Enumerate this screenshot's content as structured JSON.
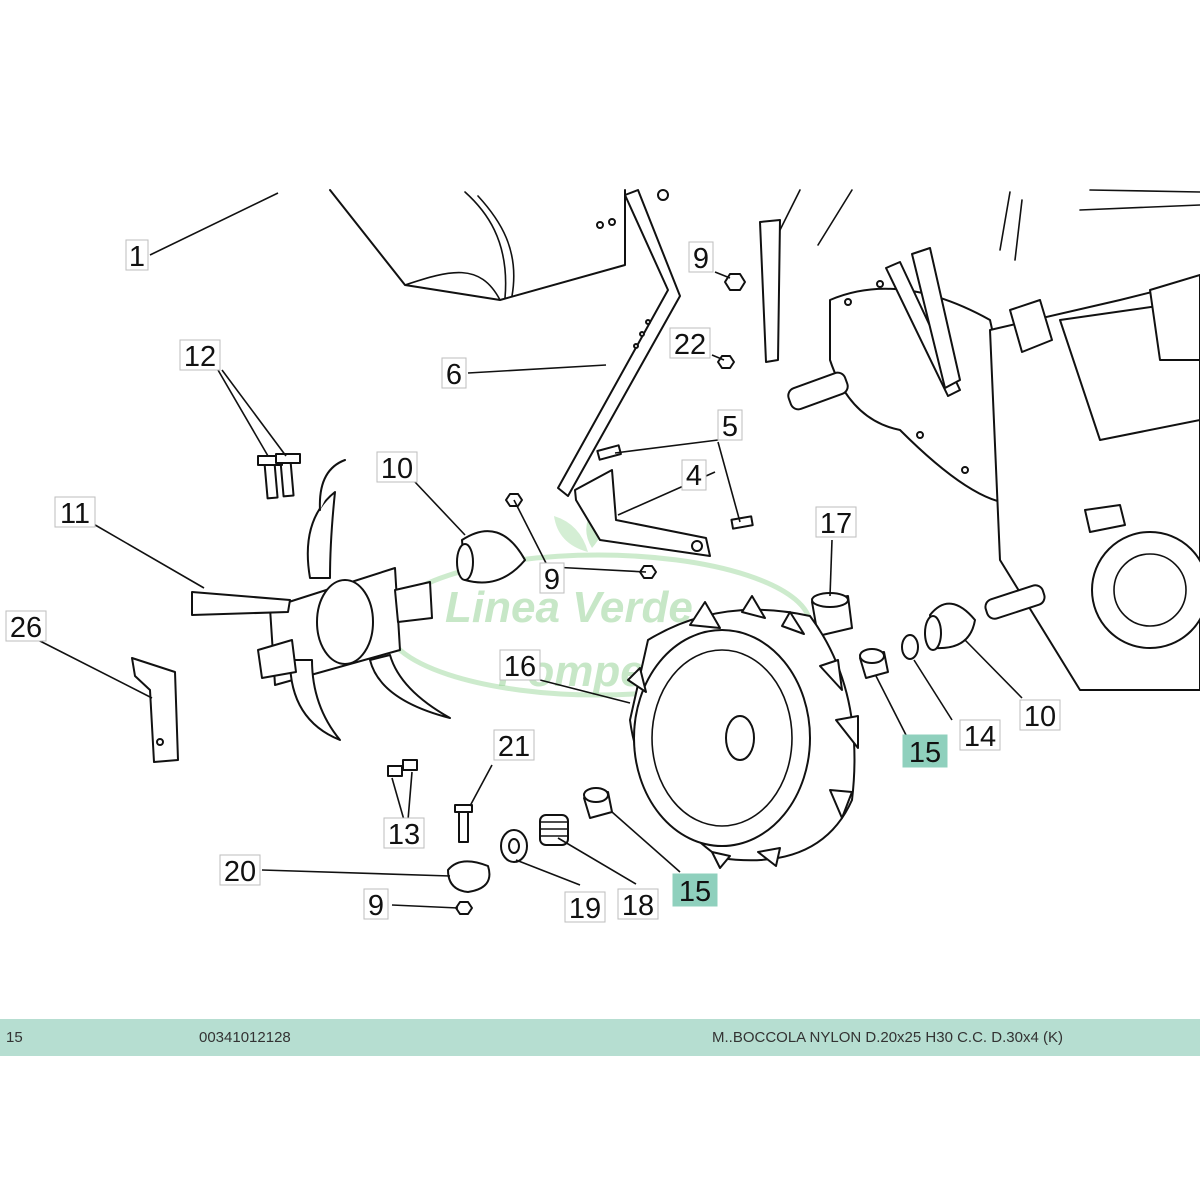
{
  "diagram": {
    "callouts": [
      {
        "id": "1",
        "text": "1"
      },
      {
        "id": "4",
        "text": "4"
      },
      {
        "id": "5",
        "text": "5"
      },
      {
        "id": "6",
        "text": "6"
      },
      {
        "id": "9a",
        "text": "9"
      },
      {
        "id": "9b",
        "text": "9"
      },
      {
        "id": "9c",
        "text": "9"
      },
      {
        "id": "10a",
        "text": "10"
      },
      {
        "id": "10b",
        "text": "10"
      },
      {
        "id": "11",
        "text": "11"
      },
      {
        "id": "12",
        "text": "12"
      },
      {
        "id": "13",
        "text": "13"
      },
      {
        "id": "14",
        "text": "14"
      },
      {
        "id": "15a",
        "text": "15",
        "highlighted": true
      },
      {
        "id": "15b",
        "text": "15",
        "highlighted": true
      },
      {
        "id": "16",
        "text": "16"
      },
      {
        "id": "17",
        "text": "17"
      },
      {
        "id": "18",
        "text": "18"
      },
      {
        "id": "19",
        "text": "19"
      },
      {
        "id": "20",
        "text": "20"
      },
      {
        "id": "21",
        "text": "21"
      },
      {
        "id": "22",
        "text": "22"
      },
      {
        "id": "26",
        "text": "26"
      }
    ],
    "highlight_color": "#8fd0bd",
    "watermark": {
      "line1": "Linea Verde",
      "line2": "Pompei",
      "color": "#9ad49a"
    }
  },
  "info_bar": {
    "ref": "15",
    "code": "00341012128",
    "description": "M..BOCCOLA NYLON D.20x25 H30 C.C. D.30x4 (K)",
    "background": "#b6ded1"
  }
}
